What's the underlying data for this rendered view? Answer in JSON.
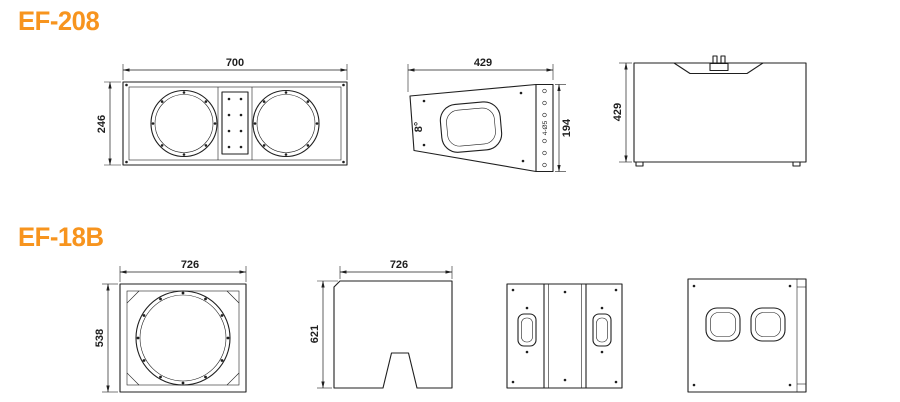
{
  "sheet": {
    "background": "#ffffff",
    "line_color": "#1f1f1f",
    "accent_color": "#F7941E"
  },
  "models": [
    {
      "title": "EF-208",
      "dims": {
        "front_width": "700",
        "front_height": "246",
        "side_width": "429",
        "side_height": "194",
        "side_angle": "8°",
        "side_hole_callout": "4-Ø5",
        "rear_height": "429"
      }
    },
    {
      "title": "EF-18B",
      "dims": {
        "front_width": "726",
        "front_height": "538",
        "side_width": "726",
        "side_height": "621"
      }
    }
  ]
}
